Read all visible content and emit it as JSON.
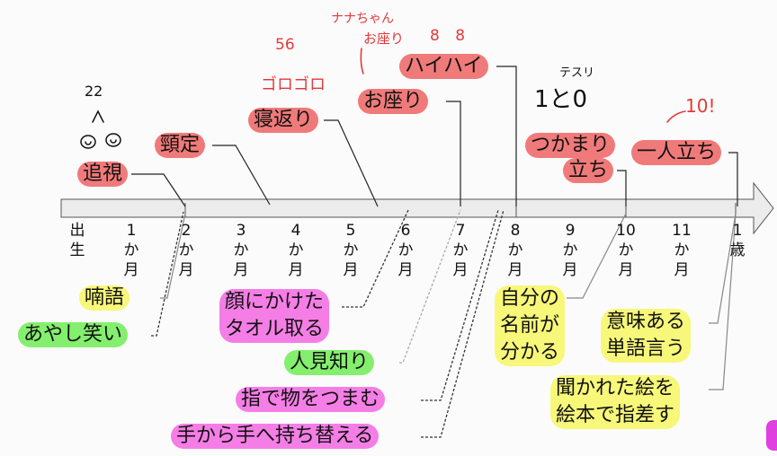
{
  "axis": {
    "months": [
      {
        "lines": [
          "出",
          "生"
        ]
      },
      {
        "lines": [
          "1",
          "か",
          "月"
        ]
      },
      {
        "lines": [
          "2",
          "か",
          "月"
        ]
      },
      {
        "lines": [
          "3",
          "か",
          "月"
        ]
      },
      {
        "lines": [
          "4",
          "か",
          "月"
        ]
      },
      {
        "lines": [
          "5",
          "か",
          "月"
        ]
      },
      {
        "lines": [
          "6",
          "か",
          "月"
        ]
      },
      {
        "lines": [
          "7",
          "か",
          "月"
        ]
      },
      {
        "lines": [
          "8",
          "か",
          "月"
        ]
      },
      {
        "lines": [
          "9",
          "か",
          "月"
        ]
      },
      {
        "lines": [
          "10",
          "か",
          "月"
        ]
      },
      {
        "lines": [
          "11",
          "か",
          "月"
        ]
      },
      {
        "lines": [
          "1",
          "歳"
        ]
      }
    ]
  },
  "labels": {
    "tsuishi": "追視",
    "kubisuwari": "頸定",
    "negaeri": "寝返り",
    "osuwari": "お座り",
    "haihai": "ハイハイ",
    "tsukamari": "つかまり",
    "tachi": "立ち",
    "hitoridachi": "一人立ち",
    "nango": "喃語",
    "ayashiwarai": "あやし笑い",
    "towel_1": "顔にかけた",
    "towel_2": "タオル取る",
    "hitomishiri": "人見知り",
    "tsumamu": "指で物をつまむ",
    "mochikae": "手から手へ持ち替える",
    "namae_1": "自分の",
    "namae_2": "名前が",
    "namae_3": "分かる",
    "tango_1": "意味ある",
    "tango_2": "単語言う",
    "yubisashi_1": "聞かれた絵を",
    "yubisashi_2": "絵本で指差す"
  },
  "handwriting": {
    "note_56": "56",
    "note_gorogoro": "ゴロゴロ",
    "note_osuwari_top": "ナナちゃん",
    "note_osuwari_bottom": "お座り",
    "note_88": "8 8",
    "note_1to0": "1と0",
    "note_tesuri": "テスリ",
    "note_10": "10!",
    "note_22": "22"
  }
}
